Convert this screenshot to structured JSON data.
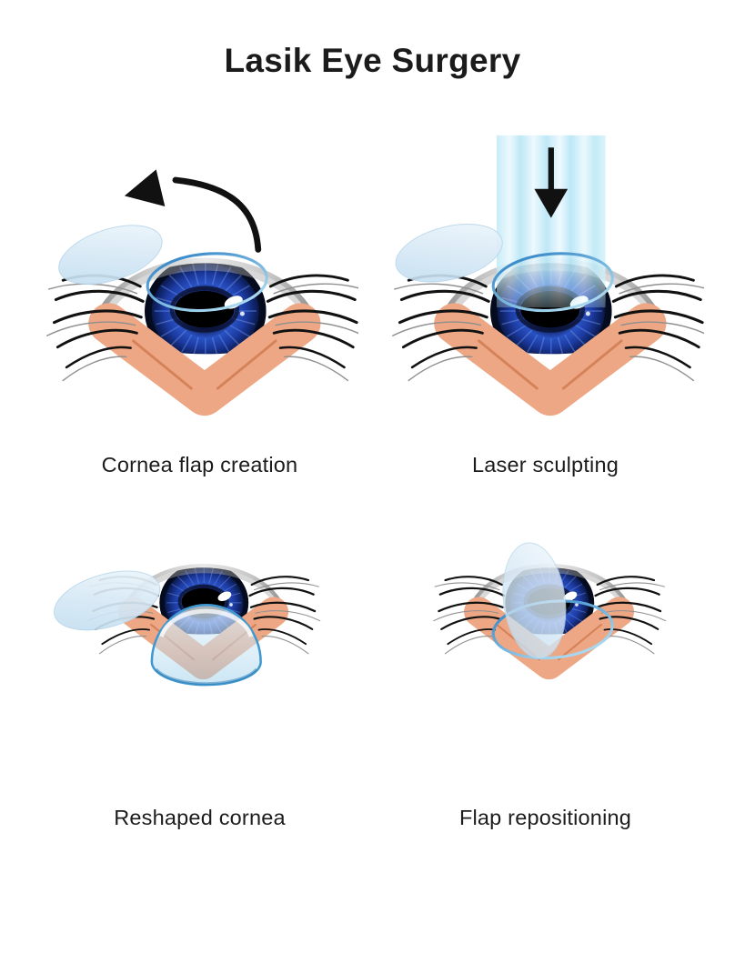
{
  "title": "Lasik Eye Surgery",
  "steps": [
    {
      "id": "cornea-flap-creation",
      "label": "Cornea flap creation",
      "icon": "curved-arrow-icon",
      "graphic": "eye with corneal flap lifted to upper left, cut line circle on cornea, curved black arrow"
    },
    {
      "id": "laser-sculpting",
      "label": "Laser sculpting",
      "icon": "laser-beam-icon",
      "graphic": "eye under vertical light-blue laser beam with black down arrow, flap lifted aside"
    },
    {
      "id": "reshaped-cornea",
      "label": "Reshaped cornea",
      "icon": "cornea-dome-icon",
      "graphic": "eye with transparent reshaped cornea dome over iris, flap still lifted"
    },
    {
      "id": "flap-repositioning",
      "label": "Flap repositioning",
      "icon": "vertical-flap-icon",
      "graphic": "eye with translucent flap standing upright being folded back over the cut line"
    }
  ],
  "colors": {
    "background": "#FFFFFF",
    "text": "#1B1B1B",
    "skin": "#EDA784",
    "skin_crease": "#D0794F",
    "iris_blue": "#1D40AE",
    "iris_dark_ring": "#050B1C",
    "pupil": "#000000",
    "flap_blue": "#D7E9F6",
    "laser_blue": "#BDE8F7",
    "cut_line_blue": "#3A8FD0",
    "arrow_black": "#111111",
    "lash_black": "#111111"
  }
}
